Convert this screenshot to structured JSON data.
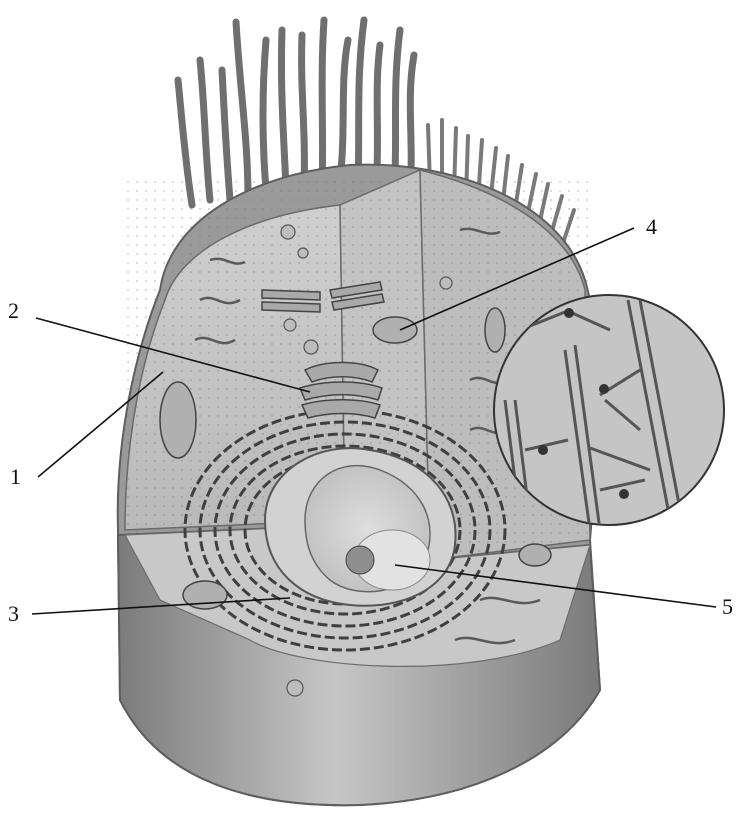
{
  "diagram": {
    "labels": [
      {
        "id": "1",
        "text": "1"
      },
      {
        "id": "2",
        "text": "2"
      },
      {
        "id": "3",
        "text": "3"
      },
      {
        "id": "4",
        "text": "4"
      },
      {
        "id": "5",
        "text": "5"
      }
    ]
  },
  "colors": {
    "membrane": "#8a8a8a",
    "cytoplasm": "#c9c9c9",
    "cut_face": "#b8b8b8",
    "base": "#9c9c9c",
    "nucleus": "#d8d8d8",
    "leader_line": "#111111"
  }
}
